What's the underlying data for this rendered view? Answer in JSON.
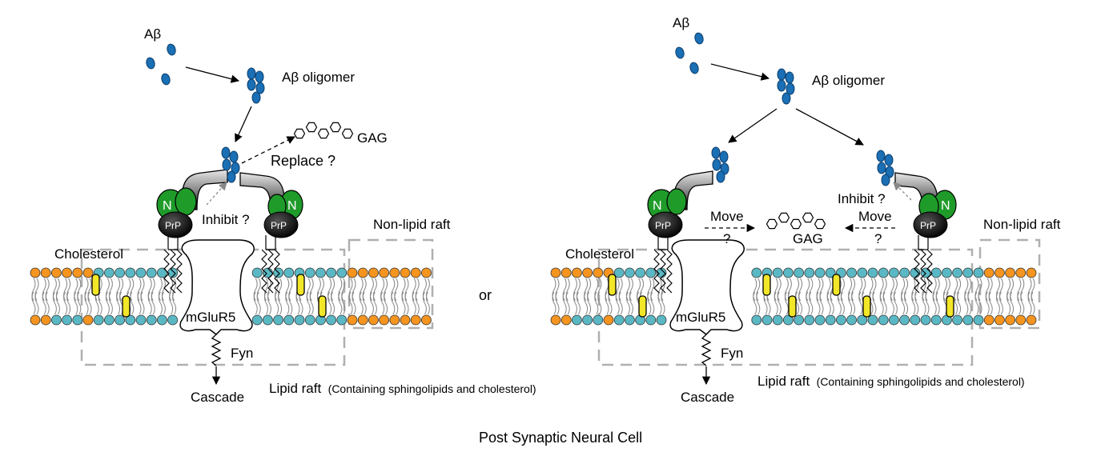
{
  "panels": [
    {
      "abeta_label": "Aβ",
      "oligomer_label": "Aβ oligomer",
      "gag_label": "GAG",
      "replace_label": "Replace ?",
      "inhibit_label": "Inhibit ?",
      "nonlipid_label": "Non-lipid raft",
      "cholesterol_label": "Cholesterol",
      "prp_label": "PrP",
      "n_label": "N",
      "mglur5_label": "mGluR5",
      "fyn_label": "Fyn",
      "cascade_label": "Cascade",
      "lipid_raft_label": "Lipid raft",
      "lipid_raft_note": "(Containing sphingolipids and cholesterol)"
    },
    {
      "abeta_label": "Aβ",
      "oligomer_label": "Aβ oligomer",
      "gag_label": "GAG",
      "move_label": "Move",
      "q_label": "?",
      "inhibit_label": "Inhibit ?",
      "nonlipid_label": "Non-lipid raft",
      "cholesterol_label": "Cholesterol",
      "prp_label": "PrP",
      "n_label": "N",
      "mglur5_label": "mGluR5",
      "fyn_label": "Fyn",
      "cascade_label": "Cascade",
      "lipid_raft_label": "Lipid raft",
      "lipid_raft_note": "(Containing sphingolipids and cholesterol)"
    }
  ],
  "or_label": "or",
  "caption": "Post Synaptic Neural Cell",
  "colors": {
    "abeta": "#1a6fb5",
    "prp_n": "#1f9b2a",
    "prp_body": "#111111",
    "head_orange": "#f5941f",
    "head_teal": "#5ab8c4",
    "cholesterol": "#f2e628",
    "dash": "#b0b0b0"
  }
}
